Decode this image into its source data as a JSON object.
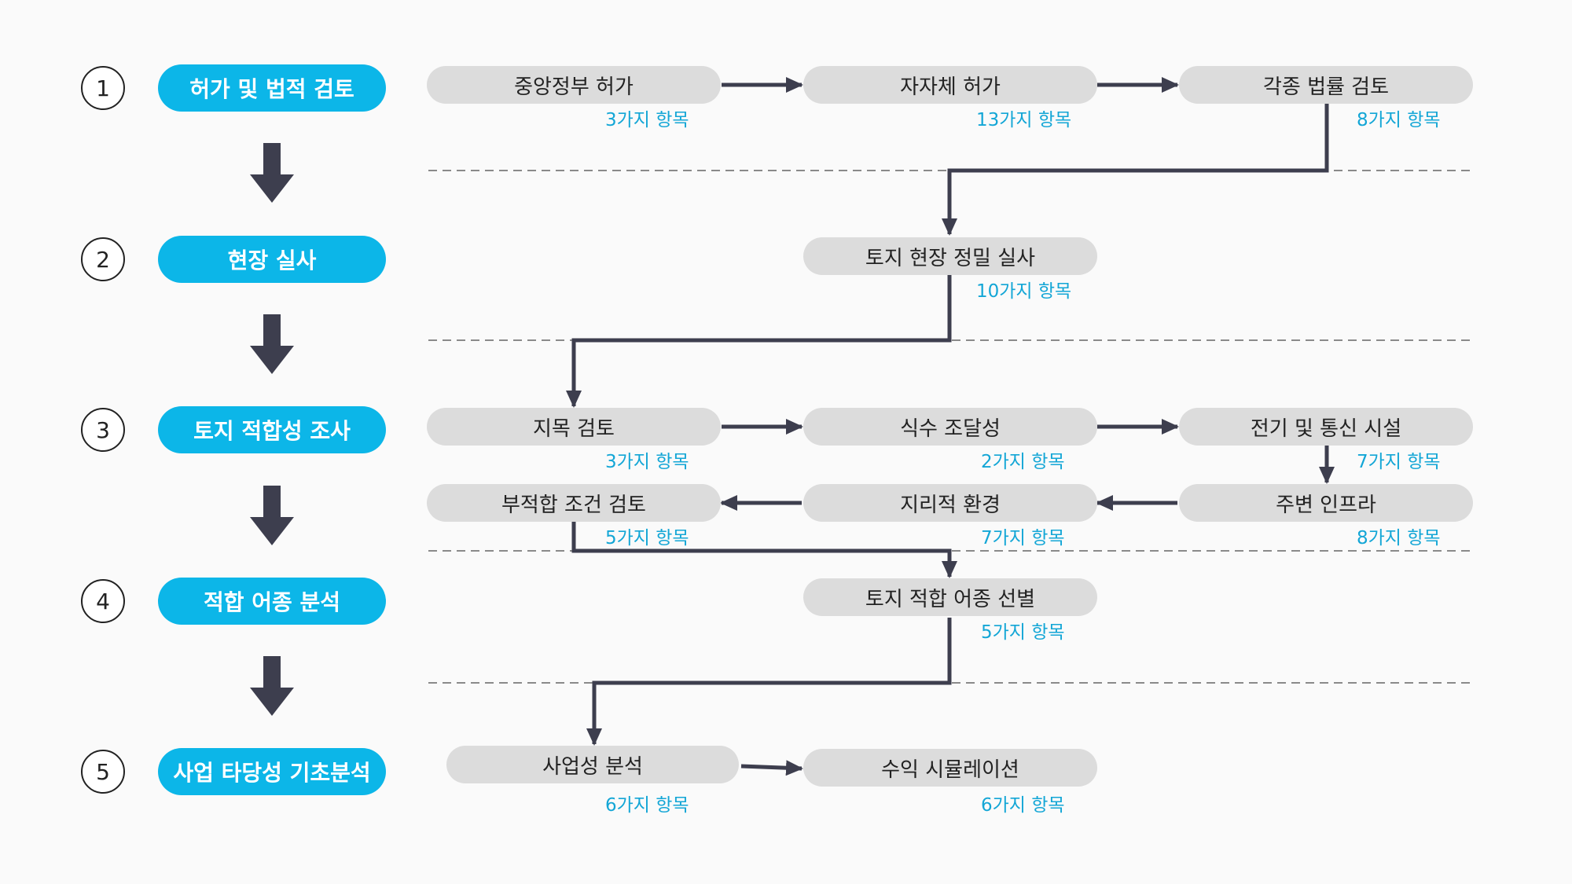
{
  "colors": {
    "background": "#fafafa",
    "stage_fill": "#0cb6e8",
    "stage_text": "#ffffff",
    "box_fill": "#dcdcdc",
    "box_text": "#222222",
    "count_text": "#13a6d6",
    "connector": "#3d3e4e",
    "divider": "#8a8a8a"
  },
  "stages": [
    {
      "number": "1",
      "label": "허가 및 법적 검토"
    },
    {
      "number": "2",
      "label": "현장 실사"
    },
    {
      "number": "3",
      "label": "토지 적합성 조사"
    },
    {
      "number": "4",
      "label": "적합 어종 분석"
    },
    {
      "number": "5",
      "label": "사업 타당성 기초분석"
    }
  ],
  "steps": {
    "central_permit": {
      "label": "중앙정부 허가",
      "count": "3가지 항목"
    },
    "local_permit": {
      "label": "자자체 허가",
      "count": "13가지 항목"
    },
    "law_review": {
      "label": "각종 법률 검토",
      "count": "8가지 항목"
    },
    "site_survey": {
      "label": "토지 현장 정밀 실사",
      "count": "10가지 항목"
    },
    "land_category": {
      "label": "지목 검토",
      "count": "3가지 항목"
    },
    "water_supply": {
      "label": "식수 조달성",
      "count": "2가지 항목"
    },
    "utilities": {
      "label": "전기 및 통신 시설",
      "count": "7가지 항목"
    },
    "infrastructure": {
      "label": "주변 인프라",
      "count": "8가지 항목"
    },
    "geography": {
      "label": "지리적 환경",
      "count": "7가지 항목"
    },
    "unsuitable": {
      "label": "부적합 조건 검토",
      "count": "5가지 항목"
    },
    "species_selection": {
      "label": "토지 적합 어종 선별",
      "count": "5가지 항목"
    },
    "business_viability": {
      "label": "사업성 분석",
      "count": "6가지 항목"
    },
    "revenue_simulation": {
      "label": "수익 시뮬레이션",
      "count": "6가지 항목"
    }
  }
}
